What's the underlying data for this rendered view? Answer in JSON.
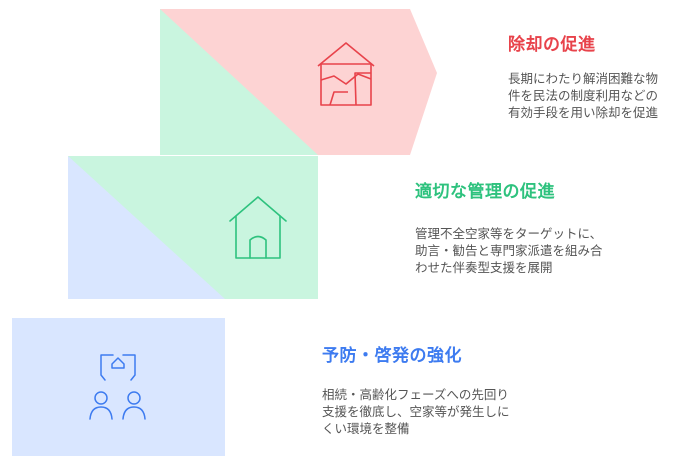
{
  "steps": [
    {
      "title": "除却の促進",
      "desc": [
        "長期にわたり解消困難な物",
        "件を民法の制度利用などの",
        "有効手段を用い除却を促進"
      ],
      "icon": "damaged-house-icon",
      "color": "#e8434b",
      "fill": "#fdd3d3"
    },
    {
      "title": "適切な管理の促進",
      "desc": [
        "管理不全空家等をターゲットに、",
        "助言・勧告と専門家派遣を組み合",
        "わせた伴奏型支援を展開"
      ],
      "icon": "house-icon",
      "color": "#2ec27e",
      "fill": "#c9f5df"
    },
    {
      "title": "予防・啓発の強化",
      "desc": [
        "相続・高齢化フェーズへの先回り",
        "支援を徹底し、空家等が発生しに",
        "くい環境を整備"
      ],
      "icon": "people-house-icon",
      "color": "#3d7bf0",
      "fill": "#d9e6ff"
    }
  ]
}
